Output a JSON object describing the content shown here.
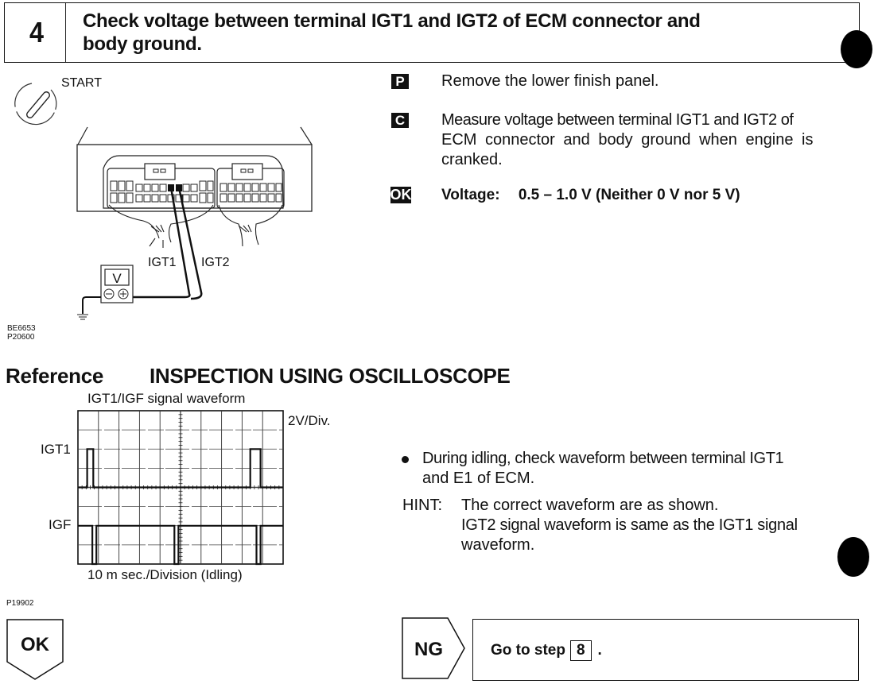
{
  "step": {
    "number": "4",
    "title_line1": "Check voltage between terminal IGT1 and IGT2 of ECM connector and",
    "title_line2": "body ground."
  },
  "diagram": {
    "ignition_label": "START",
    "terminal_labels": [
      "IGT1",
      "IGT2"
    ],
    "meter_label": "V",
    "meter_terminals": [
      "⊖",
      "⊕"
    ],
    "figure_codes": [
      "BE6653",
      "P20600"
    ]
  },
  "instructions": [
    {
      "badge": "P",
      "text": "Remove the lower finish panel."
    },
    {
      "badge": "C",
      "text_lines": [
        "Measure voltage between terminal IGT1 and IGT2 of",
        "ECM connector and body ground when engine is",
        "cranked."
      ]
    },
    {
      "badge": "OK",
      "label": "Voltage:",
      "value": "0.5 – 1.0 V (Neither 0 V nor 5 V)"
    }
  ],
  "reference": {
    "label": "Reference",
    "heading": "INSPECTION USING OSCILLOSCOPE",
    "figure_code": "P19902",
    "bullet": "During idling, check waveform between terminal IGT1 and E1 of ECM.",
    "bullet_lines": [
      "During idling, check waveform between terminal IGT1",
      "and E1 of ECM."
    ],
    "hint_label": "HINT:",
    "hint_lines": [
      "The correct waveform are as shown.",
      "IGT2 signal waveform is same as the IGT1 signal",
      "waveform."
    ]
  },
  "chart_data": {
    "type": "line",
    "title": "IGT1/IGF signal waveform",
    "xlabel": "10 m sec./Division (Idling)",
    "ylabel_scale": "2V/Div.",
    "grid": true,
    "x_divisions": 10,
    "y_divisions": 8,
    "xlim": [
      0,
      100
    ],
    "series": [
      {
        "name": "IGT1",
        "unit": "ms / div",
        "baseline_div": 4,
        "points": [
          [
            0,
            4
          ],
          [
            4.5,
            4
          ],
          [
            4.5,
            6
          ],
          [
            7.5,
            6
          ],
          [
            7.5,
            4
          ],
          [
            84,
            4
          ],
          [
            84,
            6
          ],
          [
            89,
            6
          ],
          [
            89,
            4
          ],
          [
            100,
            4
          ]
        ]
      },
      {
        "name": "IGF",
        "unit": "ms / div",
        "baseline_div": 2,
        "points": [
          [
            0,
            2
          ],
          [
            7,
            2
          ],
          [
            7,
            0
          ],
          [
            9,
            0
          ],
          [
            9,
            2
          ],
          [
            47,
            2
          ],
          [
            47,
            0
          ],
          [
            49,
            0
          ],
          [
            49,
            2
          ],
          [
            87,
            2
          ],
          [
            87,
            0
          ],
          [
            89,
            0
          ],
          [
            89,
            2
          ],
          [
            100,
            2
          ]
        ]
      }
    ]
  },
  "flow": {
    "ok_label": "OK",
    "ng_label": "NG",
    "goto_prefix": "Go to step",
    "goto_step": "8",
    "goto_suffix": "."
  }
}
